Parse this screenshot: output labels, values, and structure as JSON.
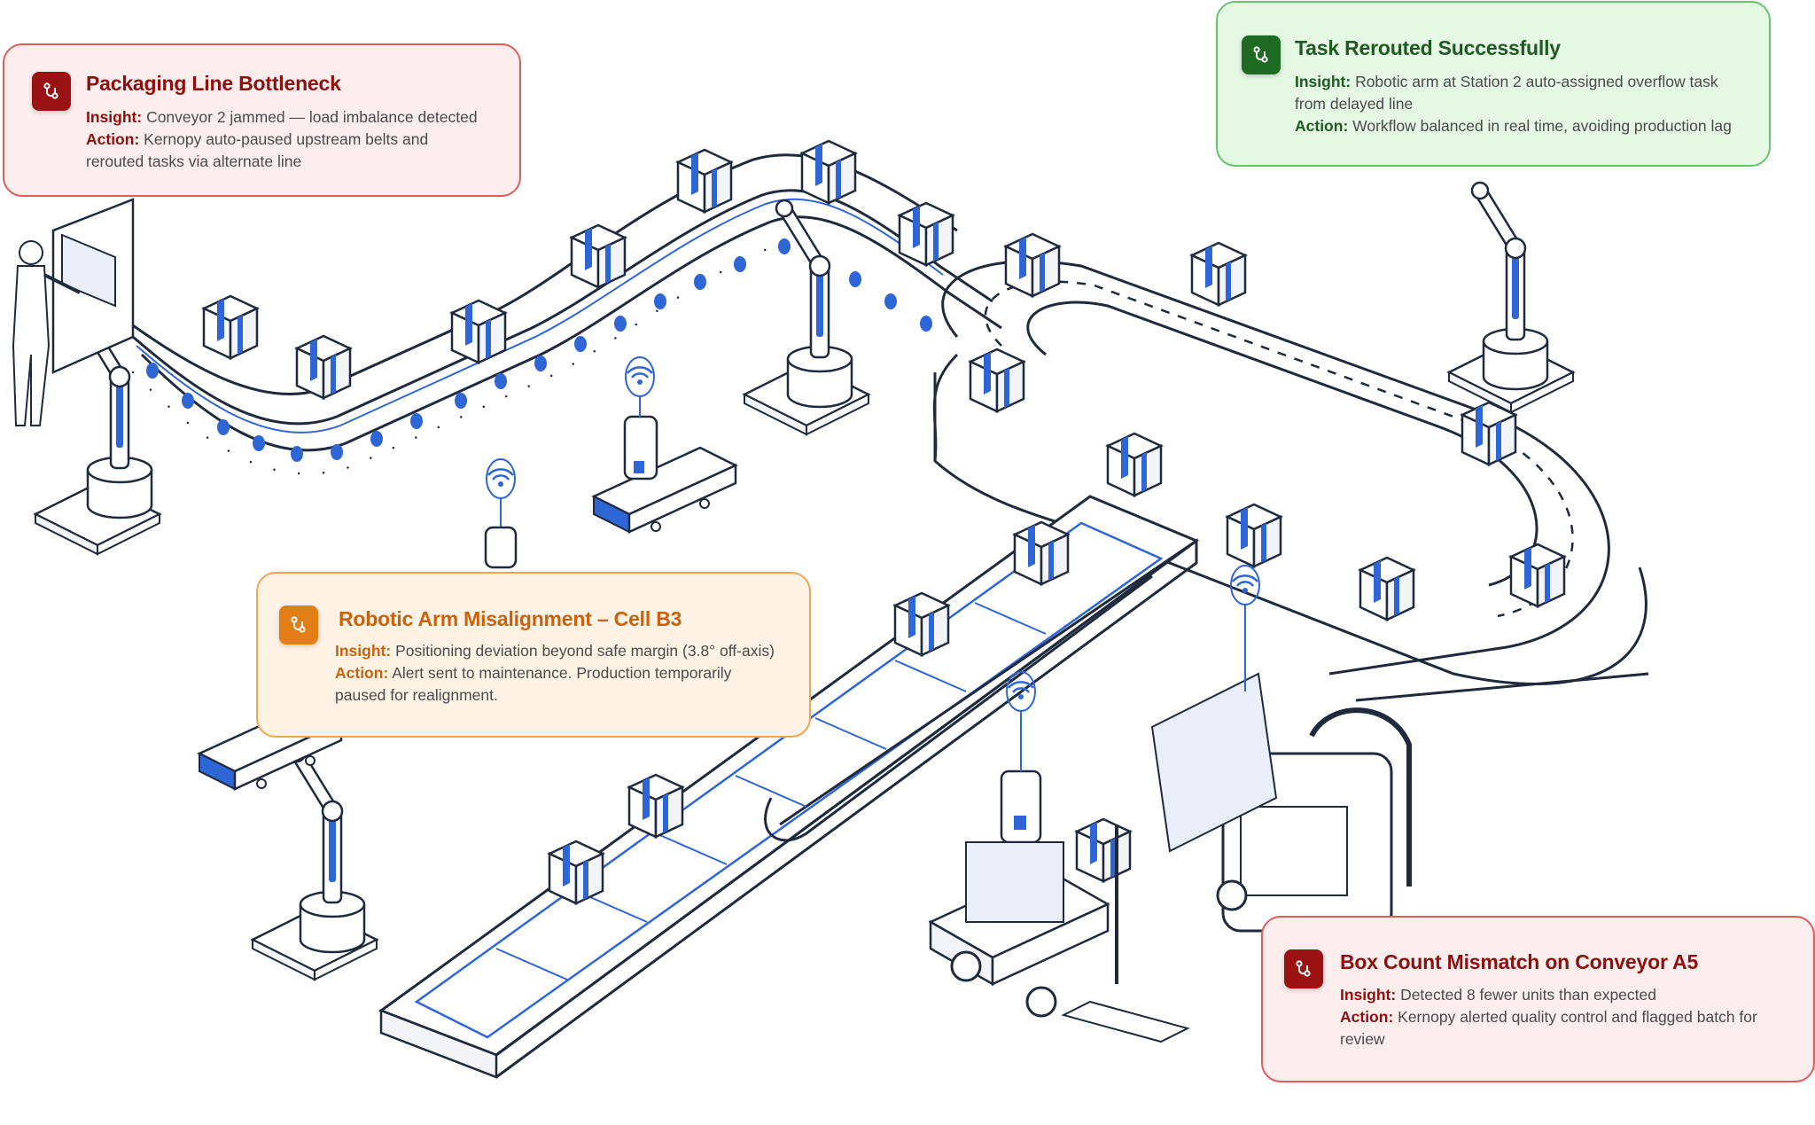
{
  "colors": {
    "line": "#1f2a3d",
    "blue": "#2f66d6",
    "red_card_bg": "#fdeeee",
    "red_card_border": "#e25b5b",
    "red_text": "#8d0f0f",
    "green_card_bg": "#e5f8e4",
    "green_card_border": "#66c46d",
    "green_text": "#1e5a21",
    "orange_card_bg": "#fff3e6",
    "orange_card_border": "#f0a352",
    "orange_text": "#c8620d"
  },
  "cards": {
    "packaging": {
      "icon": "workflow-icon",
      "title": "Packaging Line Bottleneck",
      "insight_label": "Insight:",
      "insight": "Conveyor 2 jammed — load imbalance detected",
      "action_label": "Action:",
      "action_line1": "Kernopy auto-paused upstream belts and",
      "action_line2": "rerouted tasks via alternate line"
    },
    "rerouted": {
      "icon": "workflow-icon",
      "title": "Task Rerouted Successfully",
      "insight_label": "Insight:",
      "insight_line1": "Robotic arm at Station 2 auto-assigned overflow task",
      "insight_line2": "from delayed line",
      "action_label": "Action:",
      "action": "Workflow balanced in real time, avoiding production lag"
    },
    "robotic": {
      "icon": "workflow-icon",
      "title": "Robotic Arm Misalignment – Cell B3",
      "insight_label": "Insight:",
      "insight": "Positioning deviation beyond safe margin (3.8° off-axis)",
      "action_label": "Action:",
      "action_line1": "Alert sent to maintenance. Production temporarily",
      "action_line2": "paused for realignment."
    },
    "boxcount": {
      "icon": "workflow-icon",
      "title": "Box Count Mismatch on Conveyor A5",
      "insight_label": "Insight:",
      "insight": "Detected 8 fewer units than expected",
      "action_label": "Action:",
      "action_line1": "Kernopy alerted quality control and flagged batch for",
      "action_line2": "review"
    }
  }
}
